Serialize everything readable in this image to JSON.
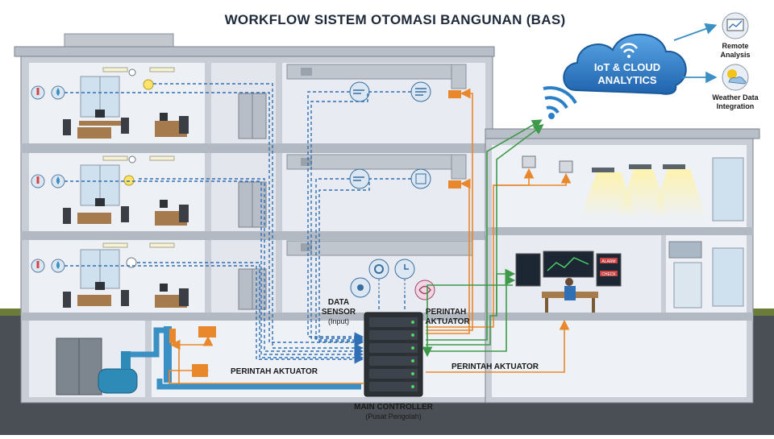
{
  "title": "WORKFLOW SISTEM OTOMASI BANGUNAN (BAS)",
  "cloud": {
    "line1": "IoT & CLOUD",
    "line2": "ANALYTICS"
  },
  "outputs": [
    {
      "line1": "Remote",
      "line2": "Analysis",
      "icon": "monitor-chart-icon"
    },
    {
      "line1": "Weather Data",
      "line2": "Integration",
      "icon": "sun-cloud-icon"
    }
  ],
  "sensor_label": {
    "line1": "DATA",
    "line2": "SENSOR",
    "line3": "(Input)"
  },
  "actuator_label_top": {
    "line1": "PERINTAH",
    "line2": "AKTUATOR"
  },
  "actuator_label_left": "PERINTAH AKTUATOR",
  "actuator_label_right": "PERINTAH AKTUATOR",
  "controller": {
    "line1": "MAIN CONTROLLER",
    "line2": "(Pusat Pengolah)"
  },
  "monitor_tags": {
    "alarm": "ALARM",
    "check": "CHECK"
  },
  "colors": {
    "sensor_line": "#2f6fb5",
    "actuator_line": "#e8872b",
    "cloud_line": "#3e9a4a",
    "cloud_fill": "#2b7fc8",
    "building_wall": "#c9ced6",
    "room_fill": "#edf1f6",
    "ground": "#6b7b3a"
  }
}
